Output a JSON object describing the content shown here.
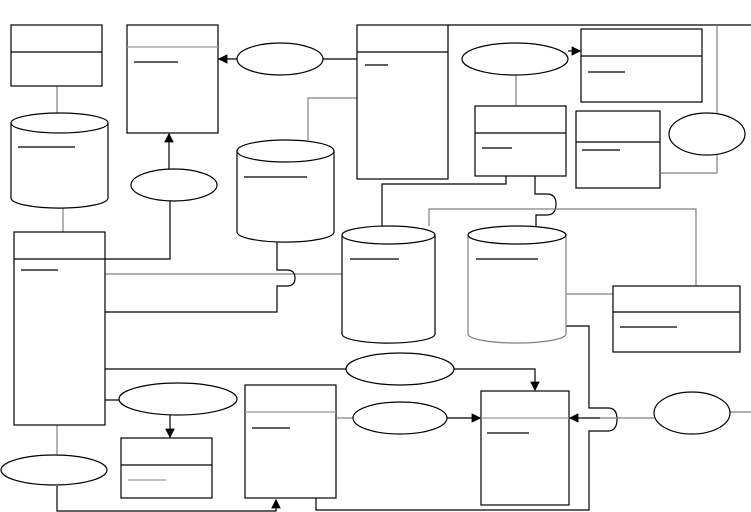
{
  "diagram": {
    "type": "data-flow-diagram",
    "stroke_color": "#000000",
    "connector_color": "#808080",
    "entities_count": 11,
    "datastores_count": 4,
    "processes_count": 9
  }
}
